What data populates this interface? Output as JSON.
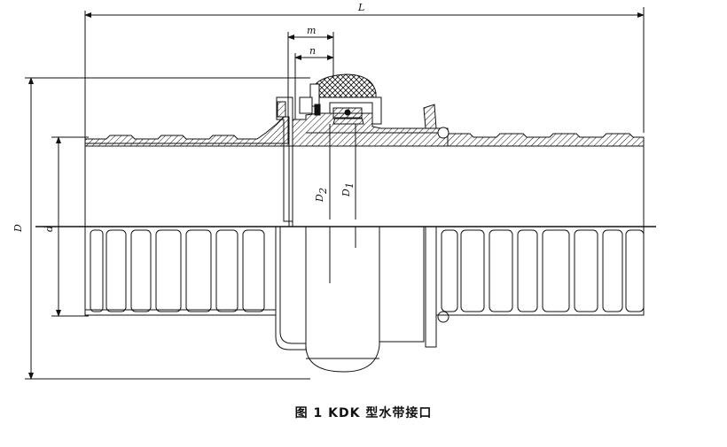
{
  "figure": {
    "caption": "图 1   KDK 型水带接口"
  },
  "dimensions": {
    "L": "L",
    "m": "m",
    "n": "n",
    "D": "D",
    "d": "d",
    "D2": "D",
    "D2_sub": "2",
    "D1": "D",
    "D1_sub": "1"
  }
}
